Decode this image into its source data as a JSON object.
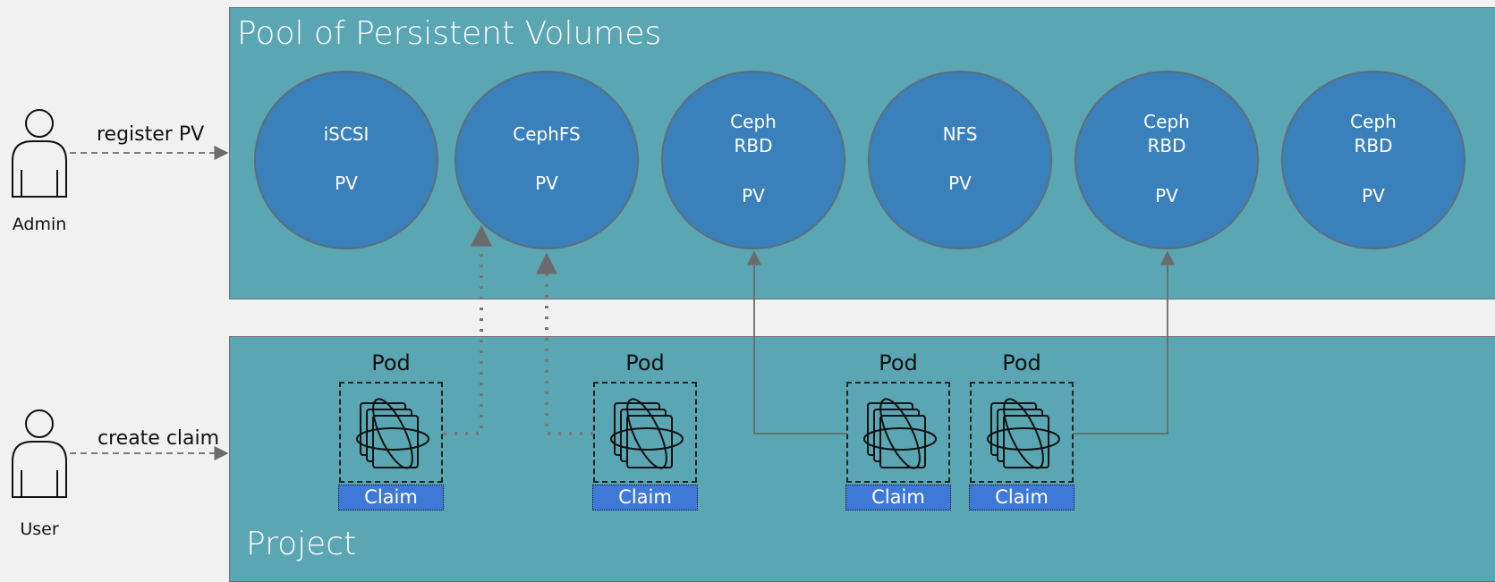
{
  "pool": {
    "title": "Pool of Persistent Volumes",
    "volumes": [
      {
        "type": "iSCSI",
        "label": "PV"
      },
      {
        "type": "CephFS",
        "label": "PV"
      },
      {
        "type": "Ceph\nRBD",
        "label": "PV"
      },
      {
        "type": "NFS",
        "label": "PV"
      },
      {
        "type": "Ceph\nRBD",
        "label": "PV"
      },
      {
        "type": "Ceph\nRBD",
        "label": "PV"
      }
    ]
  },
  "project": {
    "title": "Project",
    "pods": [
      {
        "title": "Pod",
        "claim": "Claim"
      },
      {
        "title": "Pod",
        "claim": "Claim"
      },
      {
        "title": "Pod",
        "claim": "Claim"
      },
      {
        "title": "Pod",
        "claim": "Claim"
      }
    ]
  },
  "actors": {
    "admin": {
      "label": "Admin",
      "action": "register PV"
    },
    "user": {
      "label": "User",
      "action": "create claim"
    }
  },
  "colors": {
    "background": "#f1f1f1",
    "panel": "#5aa6b2",
    "pv": "#3a80bb",
    "claim": "#3f79d8",
    "connector": "#6b6b6b"
  }
}
